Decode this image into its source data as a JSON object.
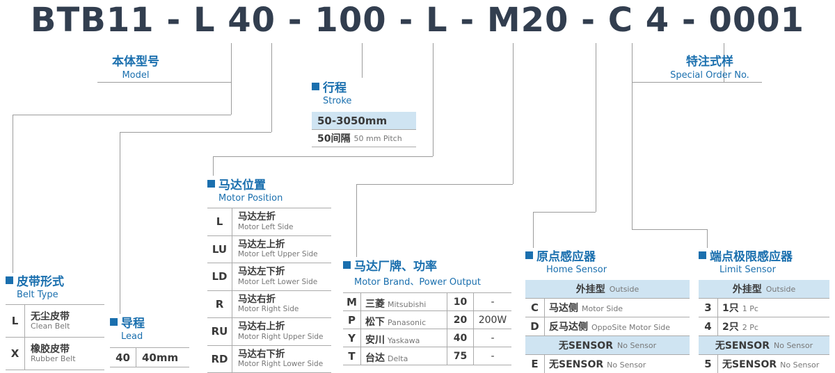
{
  "colors": {
    "accent_blue": "#1a6fae",
    "band_blue": "#cfe4f2",
    "code_dark": "#323e4f",
    "text_dark": "#3a3a3a",
    "line_gray": "#9b9b9b"
  },
  "model_code": {
    "full": "BTB11 - L 40 - 100 - L - M20 - C 4 - 0001"
  },
  "labels": {
    "model": {
      "zh": "本体型号",
      "en": "Model"
    },
    "special_order": {
      "zh": "特注式样",
      "en": "Special Order No."
    }
  },
  "stroke": {
    "title_zh": "行程",
    "title_en": "Stroke",
    "range": "50-3050mm",
    "pitch_zh": "50间隔",
    "pitch_en": "50 mm Pitch"
  },
  "belt_type": {
    "title_zh": "皮带形式",
    "title_en": "Belt Type",
    "rows": [
      {
        "code": "L",
        "zh": "无尘皮带",
        "en": "Clean Belt"
      },
      {
        "code": "X",
        "zh": "橡胶皮带",
        "en": "Rubber Belt"
      }
    ]
  },
  "lead": {
    "title_zh": "导程",
    "title_en": "Lead",
    "rows": [
      {
        "code": "40",
        "value": "40mm"
      }
    ]
  },
  "motor_position": {
    "title_zh": "马达位置",
    "title_en": "Motor Position",
    "rows": [
      {
        "code": "L",
        "zh": "马达左折",
        "en": "Motor Left Side"
      },
      {
        "code": "LU",
        "zh": "马达左上折",
        "en": "Motor Left Upper Side"
      },
      {
        "code": "LD",
        "zh": "马达左下折",
        "en": "Motor Left Lower Side"
      },
      {
        "code": "R",
        "zh": "马达右折",
        "en": "Motor Right Side"
      },
      {
        "code": "RU",
        "zh": "马达右上折",
        "en": "Motor Right Upper Side"
      },
      {
        "code": "RD",
        "zh": "马达右下折",
        "en": "Motor Right Lower Side"
      }
    ]
  },
  "motor_brand": {
    "title_zh": "马达厂牌、功率",
    "title_en": "Motor Brand、Power Output",
    "rows": [
      {
        "code": "M",
        "zh": "三菱",
        "en": "Mitsubishi",
        "power_code": "10",
        "power": "-"
      },
      {
        "code": "P",
        "zh": "松下",
        "en": "Panasonic",
        "power_code": "20",
        "power": "200W"
      },
      {
        "code": "Y",
        "zh": "安川",
        "en": "Yaskawa",
        "power_code": "40",
        "power": "-"
      },
      {
        "code": "T",
        "zh": "台达",
        "en": "Delta",
        "power_code": "75",
        "power": "-"
      }
    ]
  },
  "home_sensor": {
    "title_zh": "原点感应器",
    "title_en": "Home Sensor",
    "band1_zh": "外挂型",
    "band1_en": "Outside",
    "rows1": [
      {
        "code": "C",
        "zh": "马达侧",
        "en": "Motor Side"
      },
      {
        "code": "D",
        "zh": "反马达侧",
        "en": "OppoSite Motor Side"
      }
    ],
    "band2_zh": "无SENSOR",
    "band2_en": "No Sensor",
    "rows2": [
      {
        "code": "E",
        "zh": "无SENSOR",
        "en": "No Sensor"
      }
    ]
  },
  "limit_sensor": {
    "title_zh": "端点极限感应器",
    "title_en": "Limit Sensor",
    "band1_zh": "外挂型",
    "band1_en": "Outside",
    "rows1": [
      {
        "code": "3",
        "zh": "1只",
        "en": "1 Pc"
      },
      {
        "code": "4",
        "zh": "2只",
        "en": "2 Pc"
      }
    ],
    "band2_zh": "无SENSOR",
    "band2_en": "No Sensor",
    "rows2": [
      {
        "code": "5",
        "zh": "无SENSOR",
        "en": "No Sensor"
      }
    ]
  }
}
